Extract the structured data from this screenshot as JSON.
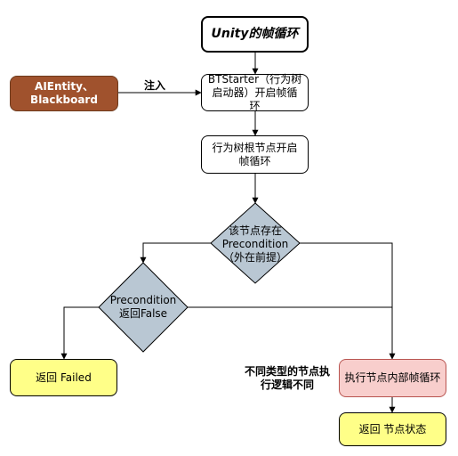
{
  "diagram": {
    "title": "Unity的帧循环",
    "nodes": {
      "input": "AIEntity、Blackboard",
      "bt_starter": "BTStarter（行为树启动器）开启帧循环",
      "root_loop": "行为树根节点开启帧循环",
      "precondition_check": "该节点存在Precondition（外在前提）",
      "precondition_false": "Precondition返回False",
      "return_failed": "返回 Failed",
      "inner_loop": "执行节点内部帧循环",
      "return_status": "返回 节点状态"
    },
    "edge_labels": {
      "inject": "注入"
    },
    "annotations": {
      "different_logic": "不同类型的节点执行逻辑不同"
    }
  },
  "colors": {
    "input_fill": "#a0522d",
    "diamond_fill": "#b9c7d3",
    "failed_fill": "#ffff88",
    "inner_loop_fill": "#f8cecc",
    "inner_loop_border": "#b85450",
    "status_fill": "#ffff88",
    "line": "#000000"
  }
}
